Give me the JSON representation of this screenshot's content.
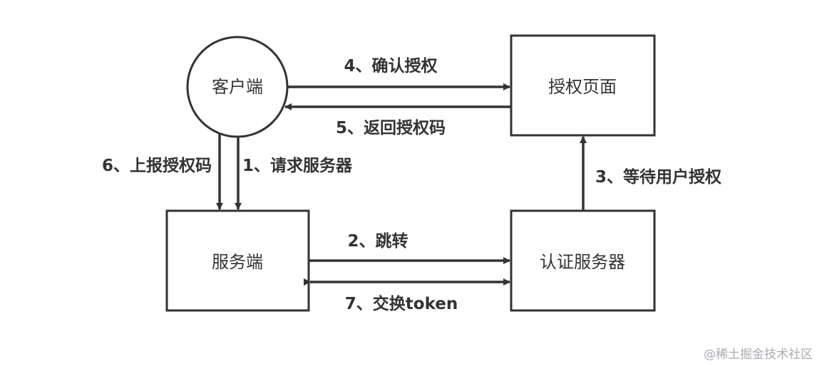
{
  "nodes": {
    "client": "客户端",
    "auth_page": "授权页面",
    "server": "服务端",
    "auth_server": "认证服务器"
  },
  "edges": {
    "step1": "1、请求服务器",
    "step2": "2、跳转",
    "step3": "3、等待用户授权",
    "step4": "4、确认授权",
    "step5": "5、返回授权码",
    "step6": "6、上报授权码",
    "step7": "7、交换token"
  },
  "watermark": "@稀土掘金技术社区",
  "colors": {
    "stroke": "#333333",
    "background": "#ffffff",
    "watermark": "#a9acb2"
  }
}
